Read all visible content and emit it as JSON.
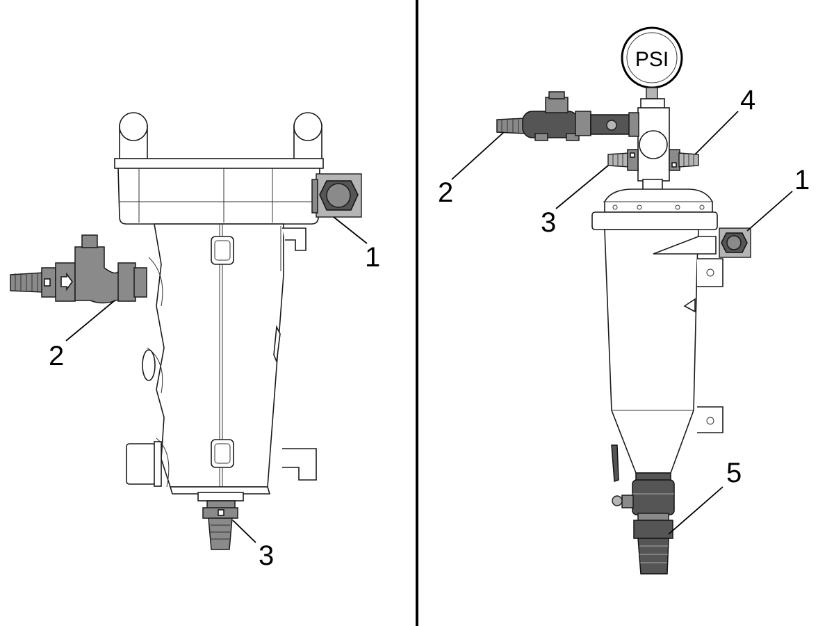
{
  "left_assembly": {
    "callouts": [
      {
        "label": "1"
      },
      {
        "label": "2"
      },
      {
        "label": "3"
      }
    ]
  },
  "right_assembly": {
    "gauge_label": "PSI",
    "callouts": [
      {
        "label": "1"
      },
      {
        "label": "2"
      },
      {
        "label": "3"
      },
      {
        "label": "4"
      },
      {
        "label": "5"
      }
    ]
  },
  "colors": {
    "line": "#1a1a1a",
    "metal": "#8a8a8a",
    "metal_dark": "#555555",
    "background": "#ffffff"
  }
}
